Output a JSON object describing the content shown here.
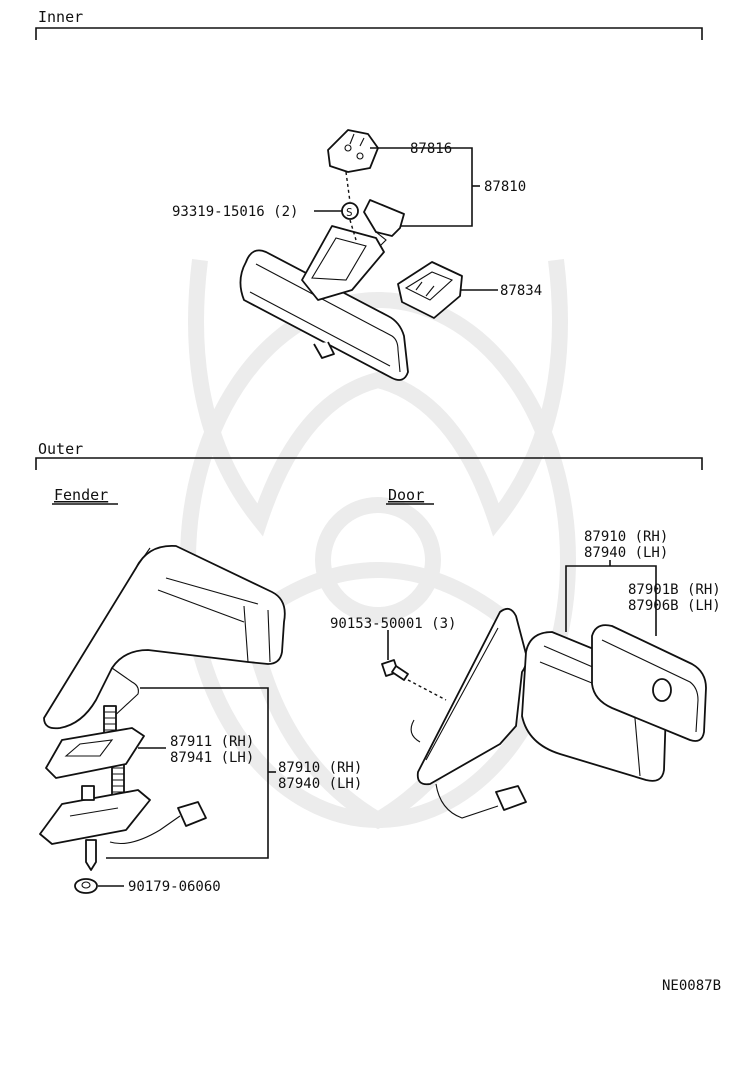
{
  "sections": {
    "inner": "Inner",
    "outer": "Outer",
    "fender": "Fender",
    "door": "Door"
  },
  "labels": {
    "p87816": "87816",
    "p87810": "87810",
    "p93319": "93319-15016 (2)",
    "p87834": "87834",
    "door_mirror_rh": "87910 (RH)",
    "door_mirror_lh": "87940 (LH)",
    "door_glass_rh": "87901B (RH)",
    "door_glass_lh": "87906B (LH)",
    "door_screw": "90153-50001 (3)",
    "fender_base_rh": "87911 (RH)",
    "fender_base_lh": "87941 (LH)",
    "fender_mirror_rh": "87910 (RH)",
    "fender_mirror_lh": "87940 (LH)",
    "fender_nut": "90179-06060",
    "screw_symbol": "S"
  },
  "diagram_code": "NE0087B"
}
